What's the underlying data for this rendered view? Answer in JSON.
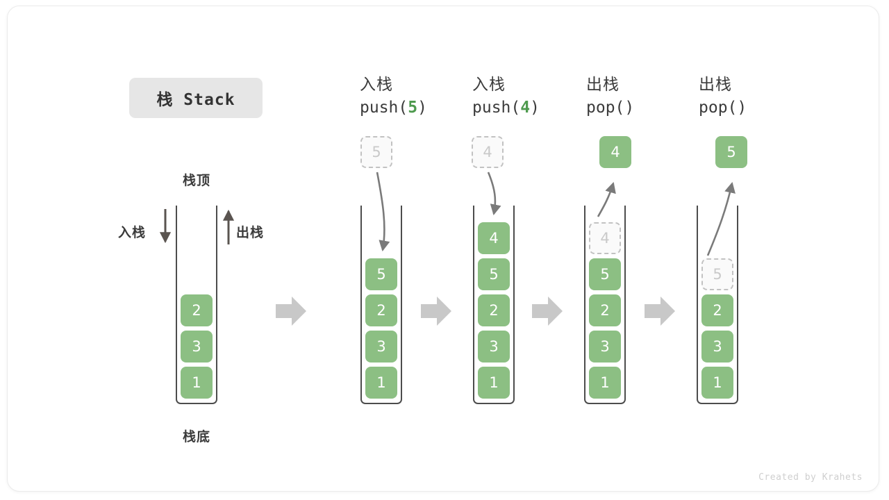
{
  "figure": {
    "title_badge": "栈 Stack",
    "credit": "Created by Krahets",
    "accent_green": "#8cbf83",
    "ghost_gray": "#c9c9c9",
    "flow_arrow_gray": "#c8c8c8",
    "outline_gray": "#4c4c4c"
  },
  "legend": {
    "top_label": "栈顶",
    "bottom_label": "栈底",
    "push_label": "入栈",
    "pop_label": "出栈"
  },
  "steps": [
    {
      "id": "initial",
      "cn": "",
      "code": "",
      "code_arg": "",
      "stack": [
        "2",
        "3",
        "1"
      ],
      "ghost_in_stack": null,
      "outside_cell": null,
      "outside_cell_style": null,
      "arrow": null
    },
    {
      "id": "push-5",
      "cn": "入栈",
      "code_prefix": "push(",
      "code_arg": "5",
      "code_suffix": ")",
      "stack": [
        "5",
        "2",
        "3",
        "1"
      ],
      "ghost_in_stack": null,
      "outside_cell": "5",
      "outside_cell_style": "ghost",
      "arrow": "down"
    },
    {
      "id": "push-4",
      "cn": "入栈",
      "code_prefix": "push(",
      "code_arg": "4",
      "code_suffix": ")",
      "stack": [
        "4",
        "5",
        "2",
        "3",
        "1"
      ],
      "ghost_in_stack": null,
      "outside_cell": "4",
      "outside_cell_style": "ghost",
      "arrow": "down"
    },
    {
      "id": "pop-4",
      "cn": "出栈",
      "code_prefix": "pop(",
      "code_arg": "",
      "code_suffix": ")",
      "stack": [
        "5",
        "2",
        "3",
        "1"
      ],
      "ghost_in_stack": "4",
      "outside_cell": "4",
      "outside_cell_style": "filled",
      "arrow": "up"
    },
    {
      "id": "pop-5",
      "cn": "出栈",
      "code_prefix": "pop(",
      "code_arg": "",
      "code_suffix": ")",
      "stack": [
        "2",
        "3",
        "1"
      ],
      "ghost_in_stack": "5",
      "outside_cell": "5",
      "outside_cell_style": "filled",
      "arrow": "up"
    }
  ],
  "flow_arrows": 4,
  "chart_data": {
    "type": "diagram",
    "title": "栈 Stack",
    "description": "Stack push/pop operation sequence",
    "frames": [
      {
        "label": "",
        "contents_top_to_bottom": [
          "2",
          "3",
          "1"
        ]
      },
      {
        "label": "入栈 push(5)",
        "contents_top_to_bottom": [
          "5",
          "2",
          "3",
          "1"
        ]
      },
      {
        "label": "入栈 push(4)",
        "contents_top_to_bottom": [
          "4",
          "5",
          "2",
          "3",
          "1"
        ]
      },
      {
        "label": "出栈 pop()",
        "contents_top_to_bottom": [
          "5",
          "2",
          "3",
          "1"
        ],
        "removed": "4"
      },
      {
        "label": "出栈 pop()",
        "contents_top_to_bottom": [
          "2",
          "3",
          "1"
        ],
        "removed": "5"
      }
    ]
  }
}
